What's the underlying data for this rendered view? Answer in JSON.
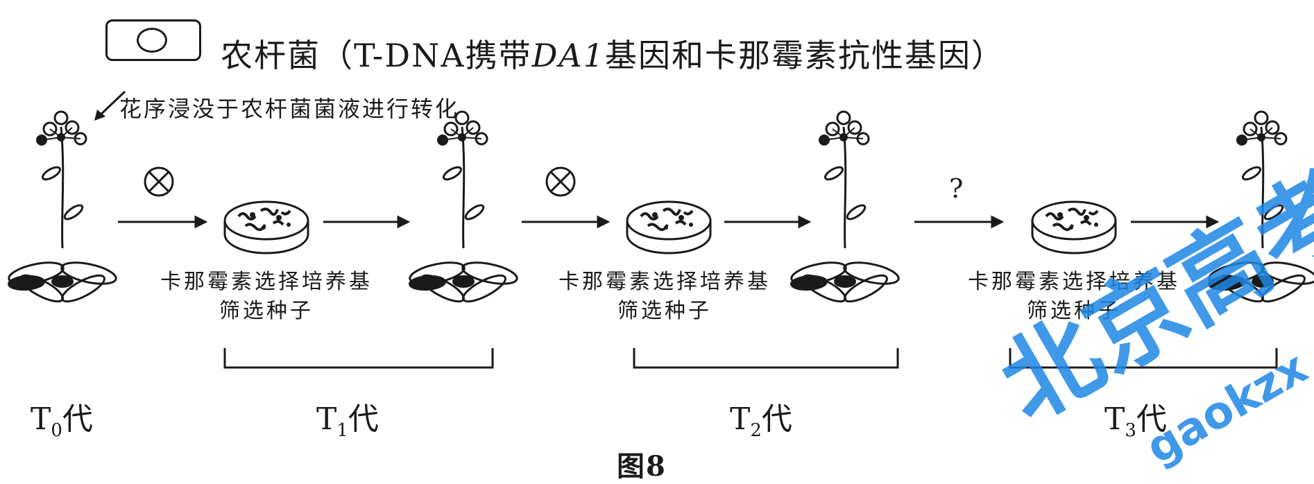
{
  "legend": {
    "icon": "bacterium-cell-icon",
    "text_prefix": "农杆菌（T-DNA携带",
    "gene_italic": "DA1",
    "text_suffix": "基因和卡那霉素抗性基因）"
  },
  "instruction": "花序浸没于农杆菌菌液进行转化",
  "symbols": {
    "self_cross": "⊗",
    "unknown_step": "?"
  },
  "captions": [
    {
      "line1": "卡那霉素选择培养基",
      "line2": "筛选种子"
    },
    {
      "line1": "卡那霉素选择培养基",
      "line2": "筛选种子"
    },
    {
      "line1": "卡那霉素选择培养基",
      "line2": "筛选种子"
    }
  ],
  "generations": [
    {
      "prefix": "T",
      "sub": "0",
      "suffix": "代"
    },
    {
      "prefix": "T",
      "sub": "1",
      "suffix": "代"
    },
    {
      "prefix": "T",
      "sub": "2",
      "suffix": "代"
    },
    {
      "prefix": "T",
      "sub": "3",
      "suffix": "代"
    }
  ],
  "figure_label": "图8",
  "watermark": {
    "main": "北京高考在线",
    "sub": "gaokzx",
    "color": "#1e88e5"
  }
}
